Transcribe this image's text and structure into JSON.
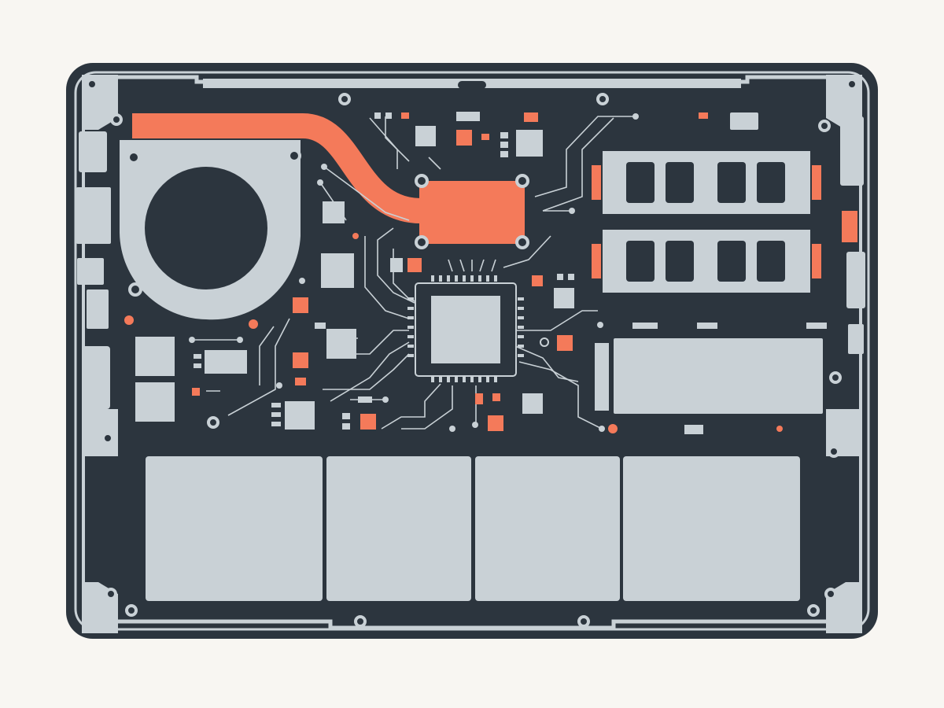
{
  "colors": {
    "background": "#f8f6f2",
    "board": "#2c353e",
    "metal": "#c9d1d6",
    "accent": "#f47a5a"
  },
  "illustration": {
    "subject": "laptop-internals",
    "components": [
      "chassis",
      "cooling-fan",
      "heat-pipe",
      "cpu-heatsink",
      "main-chip",
      "ram-module",
      "ram-module",
      "ssd-drive",
      "battery-cell",
      "battery-cell",
      "battery-cell",
      "battery-cell",
      "port"
    ]
  }
}
